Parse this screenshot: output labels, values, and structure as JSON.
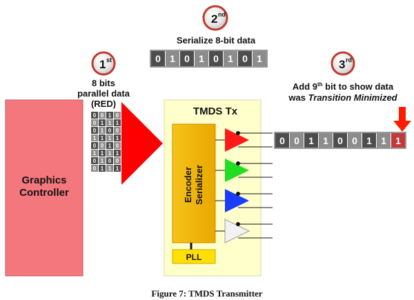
{
  "steps": [
    {
      "num": "2",
      "sup": "nd"
    },
    {
      "num": "1",
      "sup": "st"
    },
    {
      "num": "3",
      "sup": "rd"
    }
  ],
  "serialize_label": "Serialize 8-bit data",
  "serial_bits_top": [
    "0",
    "1",
    "0",
    "1",
    "0",
    "1",
    "0",
    "1"
  ],
  "parallel_label": [
    "8 bits",
    "parallel data",
    "(RED)"
  ],
  "parallel_grid": [
    [
      "0",
      "0",
      "1",
      "0"
    ],
    [
      "0",
      "1",
      "1",
      "1"
    ],
    [
      "0",
      "1",
      "0",
      "0"
    ],
    [
      "1",
      "1",
      "1",
      "1"
    ],
    [
      "0",
      "0",
      "1",
      "0"
    ],
    [
      "1",
      "1",
      "1",
      "1"
    ],
    [
      "0",
      "1",
      "0",
      "0"
    ],
    [
      "0",
      "1",
      "1",
      "1"
    ]
  ],
  "graphics_controller": [
    "Graphics",
    "Controller"
  ],
  "tmds_title": "TMDS Tx",
  "encoder_label": [
    "Encoder",
    "Serializer"
  ],
  "pll_label": "PLL",
  "add_bit_label": {
    "line1_pre": "Add 9",
    "line1_sup": "th",
    "line1_post": " bit to show data",
    "line2_pre": "was ",
    "line2_em": "Transition Minimized"
  },
  "serial_bits_right": [
    "0",
    "0",
    "1",
    "1",
    "0",
    "0",
    "1",
    "1",
    "1"
  ],
  "caption": "Figure 7: TMDS Transmitter",
  "colors": {
    "graphics_fill": "#f4777e",
    "tmds_bg": "#ffffcc",
    "encoder_fill": "#f0b400",
    "pll_fill": "#ffe000",
    "big_triangle": "#ff0000",
    "driver_red": "#ff1a1a",
    "driver_green": "#22dd22",
    "driver_blue": "#1a3cff",
    "driver_white": "#f2f2f2",
    "bit_gray": "#8c8c8c",
    "bit_dark": "#4d4d4d",
    "bit_red": "#c0393b",
    "arrow_red": "#ff1a00"
  }
}
